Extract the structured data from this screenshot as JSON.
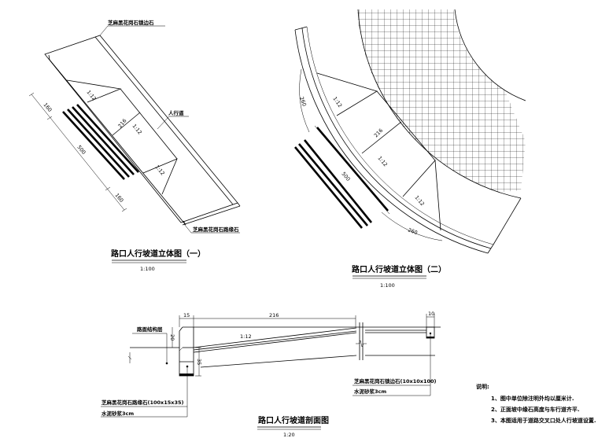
{
  "drawing1": {
    "title": "路口人行坡道立体图（一）",
    "scale": "1:100",
    "label_top": "芝麻黑花岗石锁边石",
    "label_bottom": "芝麻黑花岗石路缘石",
    "label_sidewalk": "人行道",
    "dims": [
      "160",
      "500",
      "160",
      "216"
    ],
    "slopes": [
      "1:12",
      "1:12",
      "1:12"
    ]
  },
  "drawing2": {
    "title": "路口人行坡道立体图（二）",
    "scale": "1:100",
    "dims": [
      "260",
      "216",
      "500",
      "260"
    ],
    "slopes": [
      "1:12",
      "1:12",
      "1:12"
    ]
  },
  "drawing3": {
    "title": "路口人行坡道剖面图",
    "scale": "1:20",
    "label_pavement": "路面结构层",
    "label_curb": "芝麻黑花岗石路缘石(100x15x35)",
    "label_curb_mortar": "水泥砂浆3cm",
    "label_edge": "芝麻黑花岗石锁边石(10x10x100)",
    "label_edge_mortar": "水泥砂浆3cm",
    "slope": "1:12",
    "dims": [
      "15",
      "216",
      "10",
      "20",
      "35"
    ]
  },
  "notes": {
    "heading": "说明:",
    "items": [
      "1、图中单位除注明外均以厘米计.",
      "2、正面坡中缘石高度与车行道齐平.",
      "3、本图适用于道路交叉口处人行坡道设置."
    ]
  }
}
